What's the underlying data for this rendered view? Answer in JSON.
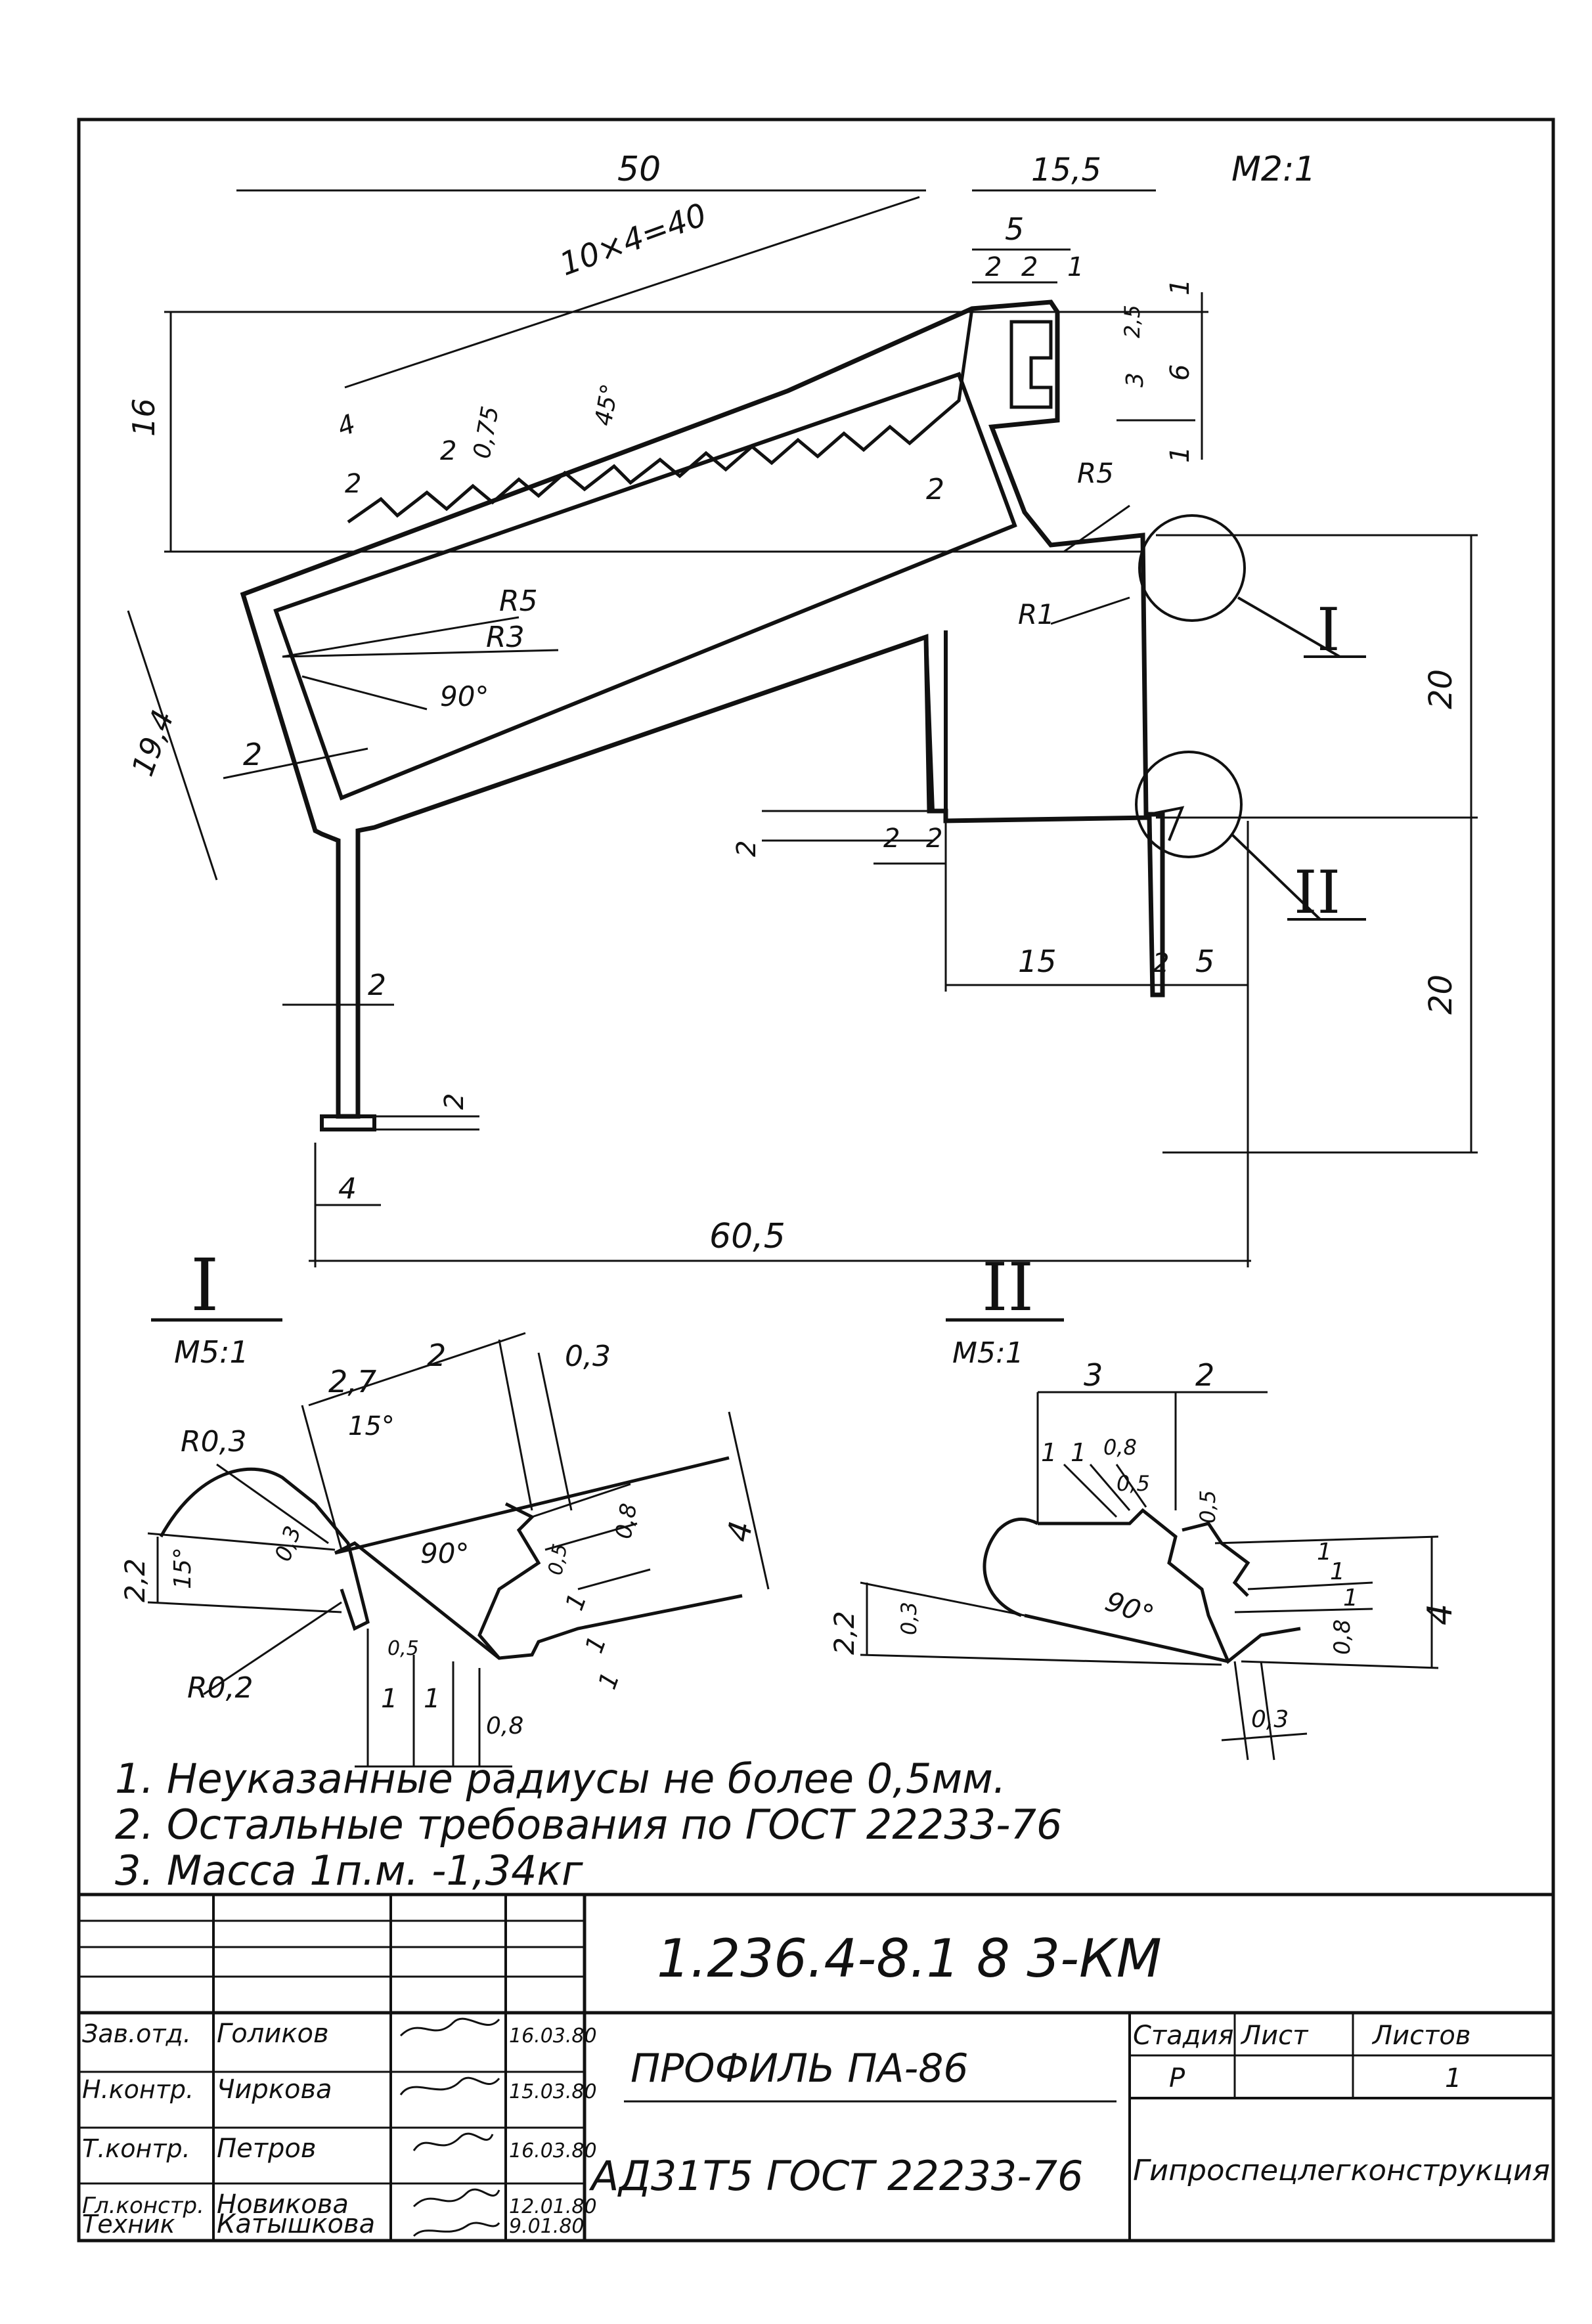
{
  "scale_main": "М2:1",
  "main_view": {
    "dims": {
      "d50": "50",
      "d15_5": "15,5",
      "d5": "5",
      "d2a": "2",
      "d2b": "2",
      "d1a": "1",
      "d10x4": "10×4=40",
      "d16": "16",
      "d1b": "1",
      "d25": "2,5",
      "d6": "6",
      "d3": "3",
      "d1c": "1",
      "d4": "4",
      "d2c": "2",
      "d2d": "2",
      "d075": "0,75",
      "d45": "45°",
      "d2e": "2",
      "r5a": "R5",
      "r5b": "R5",
      "r3": "R3",
      "r1": "R1",
      "a90": "90°",
      "d19_4": "19,4",
      "d2f": "2",
      "d2g": "2",
      "d2h": "2",
      "d2i": "2",
      "d20a": "20",
      "d20b": "20",
      "d15": "15",
      "d2j": "2",
      "d5b": "5",
      "d2k": "2",
      "d2l": "2",
      "d4b": "4",
      "d60_5": "60,5"
    },
    "callout_1": "I",
    "callout_2": "II"
  },
  "detail_1": {
    "label": "I",
    "scale": "М5:1",
    "dims": {
      "d2_7": "2,7",
      "d2": "2",
      "d0_3": "0,3",
      "r03": "R0,3",
      "a15": "15°",
      "d2_2": "2,2",
      "a15b": "15°",
      "d0_3b": "0,3",
      "a90": "90°",
      "d0_5": "0,5",
      "d0_8": "0,8",
      "d1a": "1",
      "d1b": "1",
      "d1c": "1",
      "d4": "4",
      "r02": "R0,2",
      "d0_5b": "0,5",
      "d1d": "1",
      "d1e": "1",
      "d0_8b": "0,8"
    }
  },
  "detail_2": {
    "label": "II",
    "scale": "М5:1",
    "dims": {
      "d3": "3",
      "d2": "2",
      "d1a": "1",
      "d1b": "1",
      "d0_8": "0,8",
      "d0_5": "0,5",
      "d0_5b": "0,5",
      "d2_2": "2,2",
      "d0_3": "0,3",
      "a90": "90°",
      "d1c": "1",
      "d1d": "1",
      "d1e": "1",
      "d0_8b": "0,8",
      "d4": "4",
      "d0_3b": "0,3"
    }
  },
  "notes": [
    "1. Неуказанные радиусы не более 0,5мм.",
    "2. Остальные требования по ГОСТ 22233-76",
    "3. Масса 1п.м. -1,34кг"
  ],
  "title_block": {
    "doc_code": "1.236.4-8.1  8 3-КМ",
    "name": "ПРОФИЛЬ  ПА-86",
    "material": "АД31Т5 ГОСТ 22233-76",
    "stage_label": "Стадия",
    "sheet_label": "Лист",
    "sheets_label": "Листов",
    "stage": "Р",
    "sheet": "",
    "sheets": "1",
    "organization": "Гипроспецлегконструкция",
    "rows": [
      {
        "role": "Зав.отд.",
        "name": "Голиков",
        "date": "16.03.80"
      },
      {
        "role": "Н.контр.",
        "name": "Чиркова",
        "date": "15.03.80"
      },
      {
        "role": "Т.контр.",
        "name": "Петров",
        "date": "16.03.80"
      },
      {
        "role": "Гл.констр.",
        "name": "Новикова",
        "date": "12.01.80"
      },
      {
        "role": "Техник",
        "name": "Катышкова",
        "date": "9.01.80"
      }
    ]
  }
}
